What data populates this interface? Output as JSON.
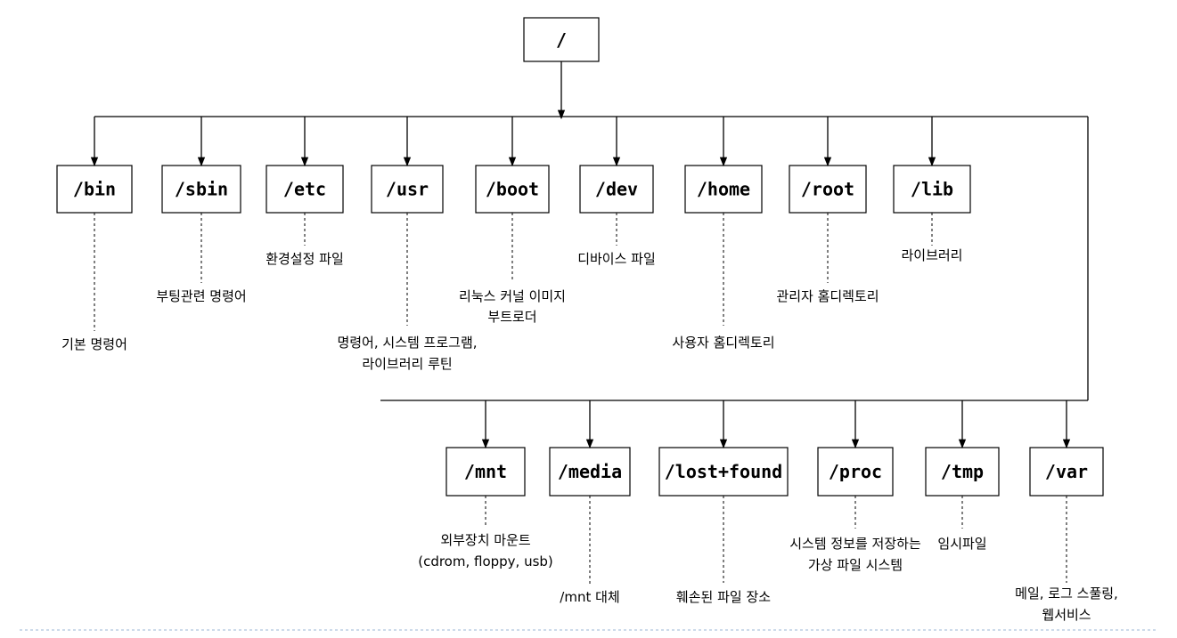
{
  "diagram": {
    "root": {
      "label": "/"
    },
    "row1": [
      {
        "id": "bin",
        "label": "/bin",
        "desc": [
          "기본 명령어"
        ]
      },
      {
        "id": "sbin",
        "label": "/sbin",
        "desc": [
          "부팅관련 명령어"
        ]
      },
      {
        "id": "etc",
        "label": "/etc",
        "desc": [
          "환경설정 파일"
        ]
      },
      {
        "id": "usr",
        "label": "/usr",
        "desc": [
          "명령어, 시스템 프로그램,",
          "라이브러리 루틴"
        ]
      },
      {
        "id": "boot",
        "label": "/boot",
        "desc": [
          "리눅스 커널 이미지",
          "부트로더"
        ]
      },
      {
        "id": "dev",
        "label": "/dev",
        "desc": [
          "디바이스 파일"
        ]
      },
      {
        "id": "home",
        "label": "/home",
        "desc": [
          "사용자 홈디렉토리"
        ]
      },
      {
        "id": "root",
        "label": "/root",
        "desc": [
          "관리자 홈디렉토리"
        ]
      },
      {
        "id": "lib",
        "label": "/lib",
        "desc": [
          "라이브러리"
        ]
      }
    ],
    "row2": [
      {
        "id": "mnt",
        "label": "/mnt",
        "desc": [
          "외부장치 마운트",
          "(cdrom, floppy, usb)"
        ]
      },
      {
        "id": "media",
        "label": "/media",
        "desc": [
          "/mnt 대체"
        ]
      },
      {
        "id": "lost-found",
        "label": "/lost+found",
        "desc": [
          "훼손된 파일 장소"
        ]
      },
      {
        "id": "proc",
        "label": "/proc",
        "desc": [
          "시스템 정보를 저장하는",
          "가상 파일 시스템"
        ]
      },
      {
        "id": "tmp",
        "label": "/tmp",
        "desc": [
          "임시파일"
        ]
      },
      {
        "id": "var",
        "label": "/var",
        "desc": [
          "메일, 로그 스풀링,",
          "웹서비스"
        ]
      }
    ]
  }
}
